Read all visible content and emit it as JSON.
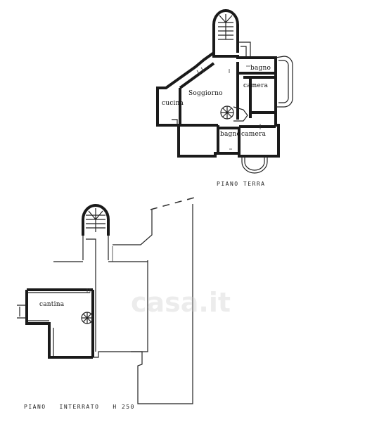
{
  "rooms": {
    "soggiorno": "Soggiorno",
    "cucina": "cucina",
    "bagno_top": "bagno",
    "camera_top": "camera",
    "bagno_bottom": "bagno",
    "camera_bottom": "camera",
    "cantina": "cantina"
  },
  "captions": {
    "ground_floor": "PIANO TERRA",
    "basement": "PIANO   INTERRATO   H 250"
  },
  "watermark": "casa.it",
  "colors": {
    "line": "#1a1a1a",
    "paper": "#ffffff"
  }
}
